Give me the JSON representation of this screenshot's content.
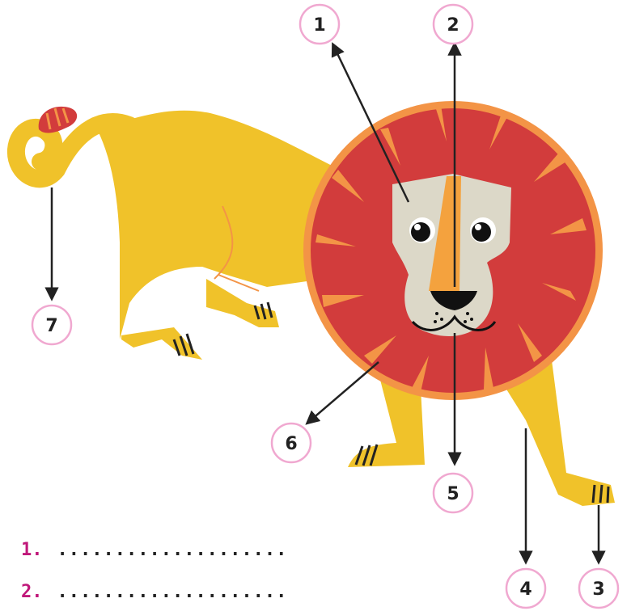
{
  "labels": [
    "1",
    "2",
    "3",
    "4",
    "5",
    "6",
    "7"
  ],
  "answer_lines": [
    {
      "number": "1.",
      "blank": "...................."
    },
    {
      "number": "2.",
      "blank": "...................."
    }
  ],
  "colors": {
    "body": "#F0C22A",
    "mane": "#D23C3C",
    "mane_outline": "#F39446",
    "face": "#DCD8C8",
    "nose_bridge": "#F4A23E",
    "claw_stripes": "#222222",
    "label_circle_border": "#F0A8D0",
    "answer_number": "#C0187A",
    "arrow": "#222222"
  }
}
